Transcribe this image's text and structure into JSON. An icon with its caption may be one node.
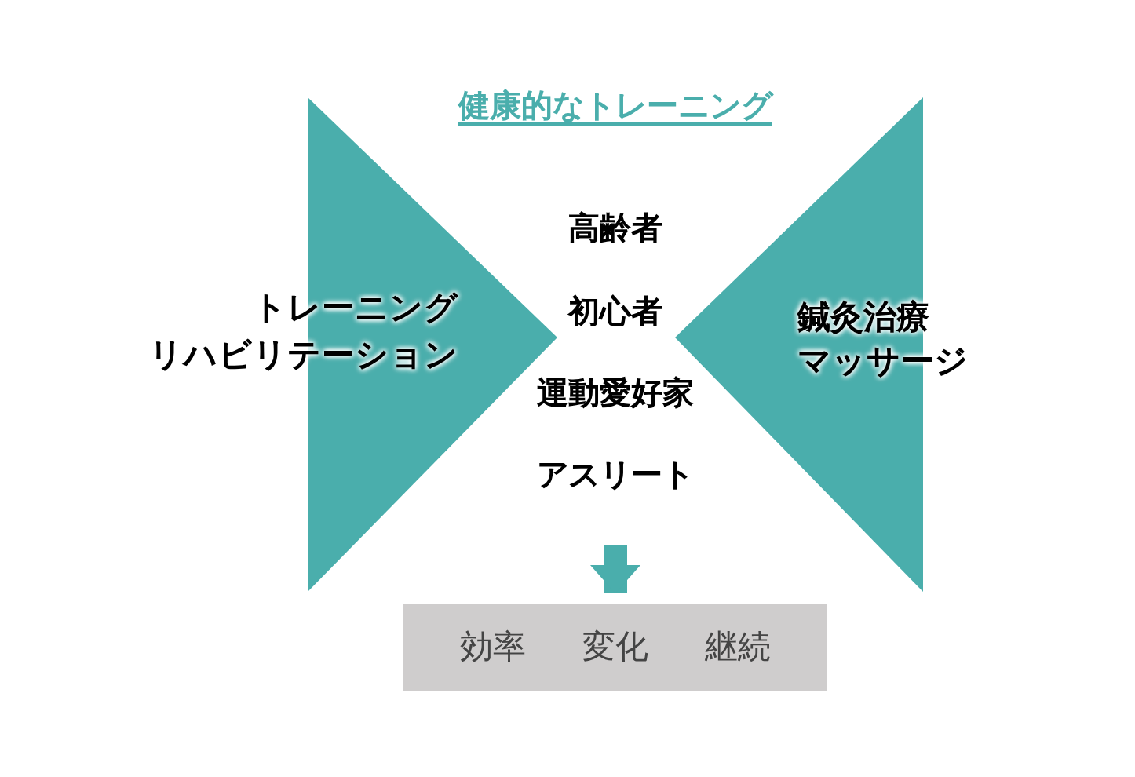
{
  "diagram": {
    "title": "健康的なトレーニング",
    "nodes": [
      {
        "text": [
          "トレーニング",
          "リハビリテーション"
        ]
      },
      {
        "text": [
          "鍼灸治療",
          "マッサージ"
        ]
      },
      {
        "text": [
          "効率",
          "変化",
          "継続"
        ]
      }
    ],
    "edges": [
      {
        "from": null,
        "to": 2,
        "arrow": "to"
      }
    ],
    "labels": [
      "高齢者",
      "初心者",
      "運動愛好家",
      "アスリート"
    ]
  }
}
